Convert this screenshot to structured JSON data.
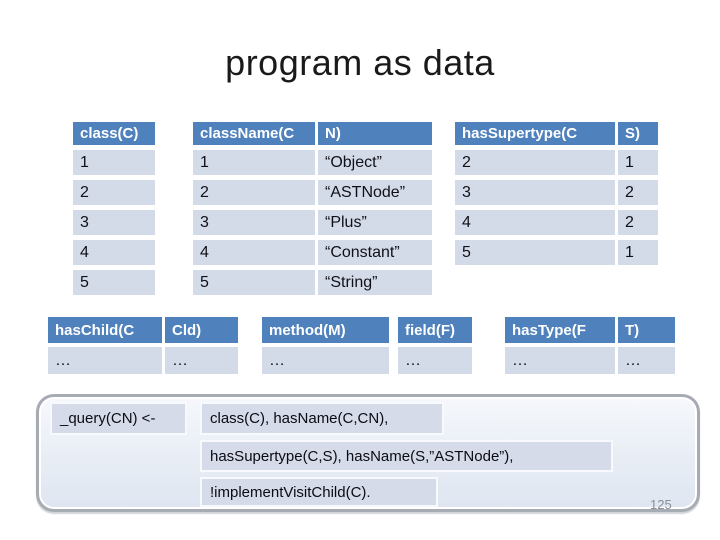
{
  "slide": {
    "title": "program as data",
    "page_number": "125"
  },
  "colors": {
    "header_blue": "#4f81bd",
    "row_fill": "#d4dbe8",
    "callout_border": "#a7abb3",
    "code_box_fill": "#d5dbe8"
  },
  "tables": {
    "class": {
      "headers": [
        "class(C)"
      ],
      "rows": [
        [
          "1"
        ],
        [
          "2"
        ],
        [
          "3"
        ],
        [
          "4"
        ],
        [
          "5"
        ]
      ]
    },
    "className": {
      "headers": [
        "className(C",
        "N)"
      ],
      "rows": [
        [
          "1",
          "“Object”"
        ],
        [
          "2",
          "“ASTNode”"
        ],
        [
          "3",
          "“Plus”"
        ],
        [
          "4",
          "“Constant”"
        ],
        [
          "5",
          "“String”"
        ]
      ]
    },
    "hasSupertype": {
      "headers": [
        "hasSupertype(C",
        "S)"
      ],
      "rows": [
        [
          "2",
          "1"
        ],
        [
          "3",
          "2"
        ],
        [
          "4",
          "2"
        ],
        [
          "5",
          "1"
        ]
      ]
    },
    "hasChild": {
      "headers": [
        "hasChild(C",
        "Cld)"
      ],
      "rows": [
        [
          "…",
          "…"
        ]
      ]
    },
    "method": {
      "headers": [
        "method(M)"
      ],
      "rows": [
        [
          "…"
        ]
      ]
    },
    "field": {
      "headers": [
        "field(F)"
      ],
      "rows": [
        [
          "…"
        ]
      ]
    },
    "hasType": {
      "headers": [
        "hasType(F",
        "T)"
      ],
      "rows": [
        [
          "…",
          "…"
        ]
      ]
    }
  },
  "query": {
    "head": "_query(CN) <-",
    "lines": [
      "class(C), hasName(C,CN),",
      "hasSupertype(C,S), hasName(S,”ASTNode”),",
      "!implementVisitChild(C)."
    ]
  }
}
